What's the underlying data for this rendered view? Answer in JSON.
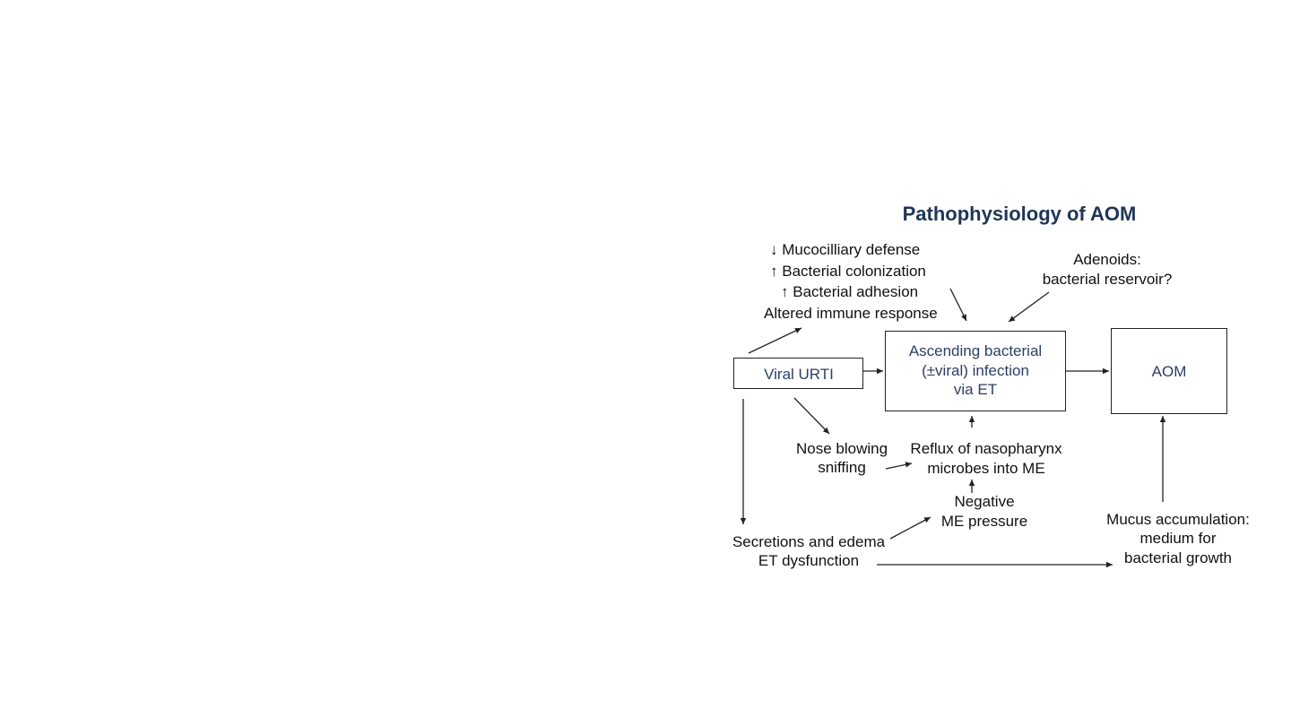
{
  "title": "Pathophysiology of AOM",
  "colors": {
    "title": "#1f3656",
    "box_text": "#2c3f63",
    "text": "#111111",
    "lines": "#222222"
  },
  "effects": [
    {
      "arrow": "↓",
      "text": "Mucocilliary defense"
    },
    {
      "arrow": "↑",
      "text": "Bacterial colonization"
    },
    {
      "arrow": "↑",
      "text": "Bacterial adhesion"
    },
    {
      "arrow": "",
      "text": "Altered immune response"
    }
  ],
  "adenoids": [
    "Adenoids:",
    "bacterial reservoir?"
  ],
  "boxes": {
    "viral_urti": "Viral URTI",
    "ascending": [
      "Ascending bacterial",
      "(±viral) infection",
      "via ET"
    ],
    "aom": "AOM"
  },
  "nose_blowing": [
    "Nose blowing",
    "sniffing"
  ],
  "reflux": [
    "Reflux of nasopharynx",
    "microbes into ME"
  ],
  "negative_pressure": [
    "Negative",
    "ME pressure"
  ],
  "secretions": [
    "Secretions and edema",
    "ET dysfunction"
  ],
  "mucus": [
    "Mucus accumulation:",
    "medium for",
    "bacterial growth"
  ]
}
